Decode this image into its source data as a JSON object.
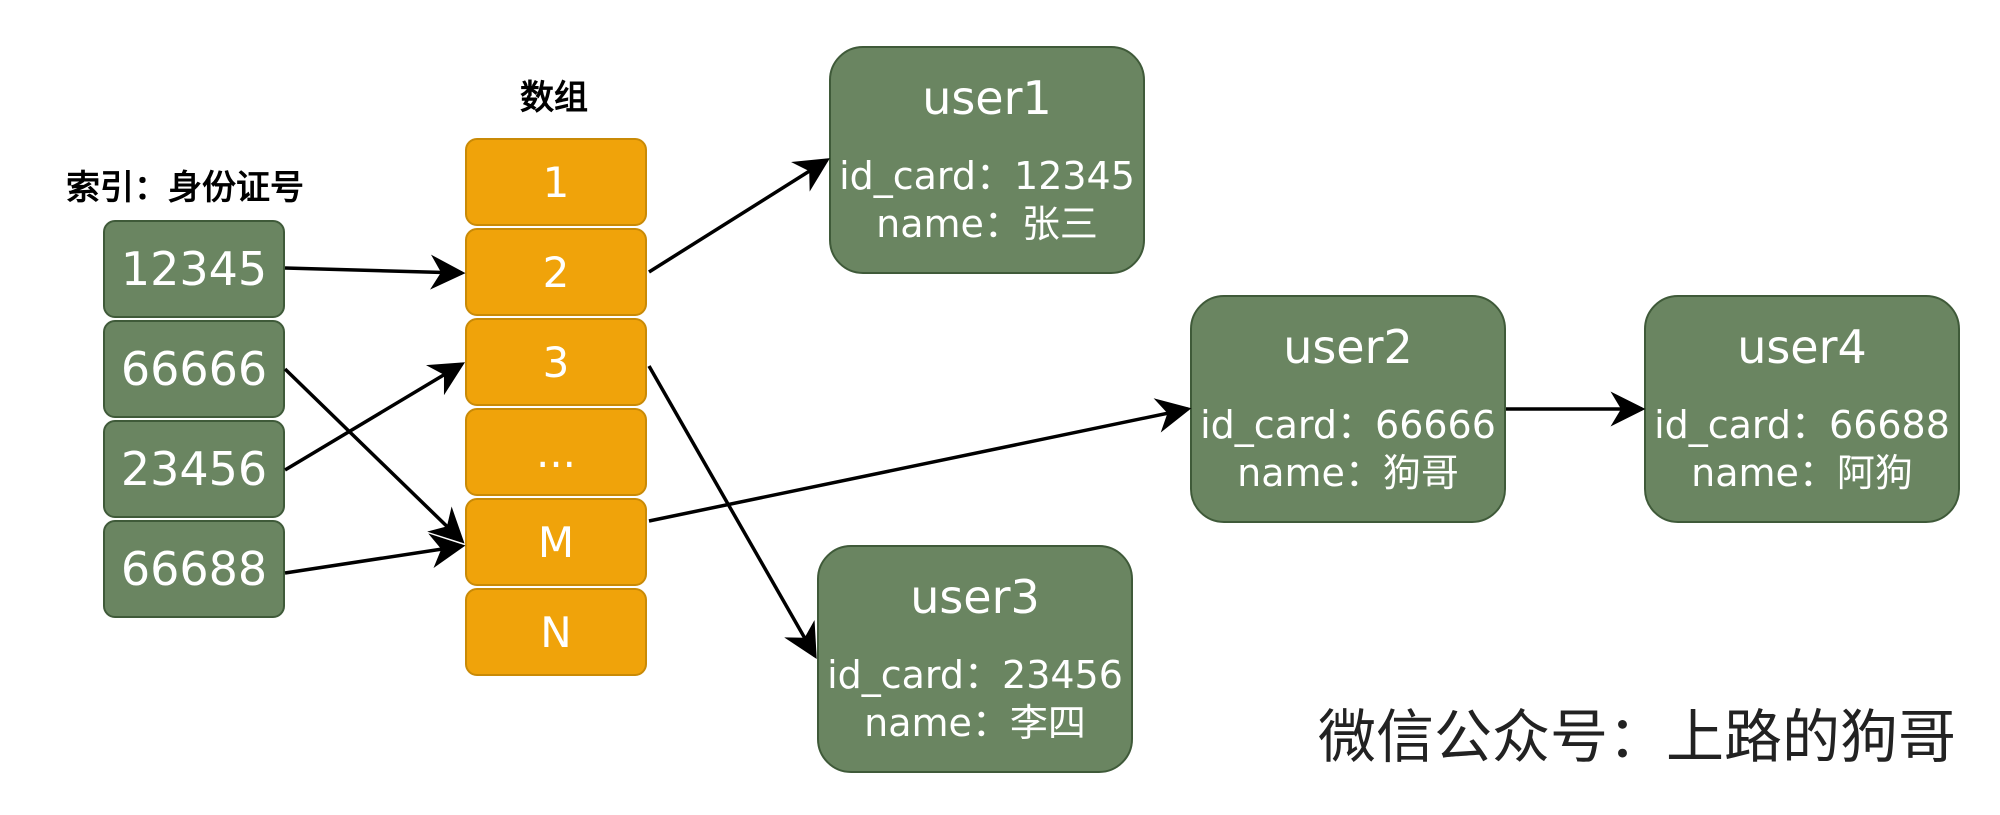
{
  "index_title": "索引：身份证号",
  "array_title": "数组",
  "index_items": [
    "12345",
    "66666",
    "23456",
    "66688"
  ],
  "array_slots": [
    "1",
    "2",
    "3",
    "...",
    "M",
    "N"
  ],
  "users": [
    {
      "name_label": "user1",
      "id_card": "id_card：12345",
      "name": "name：张三"
    },
    {
      "name_label": "user2",
      "id_card": "id_card：66666",
      "name": "name：狗哥"
    },
    {
      "name_label": "user3",
      "id_card": "id_card：23456",
      "name": "name：李四"
    },
    {
      "name_label": "user4",
      "id_card": "id_card：66688",
      "name": "name：阿狗"
    }
  ],
  "watermark": "微信公众号：上路的狗哥",
  "colors": {
    "node_green": "#6a8561",
    "slot_orange": "#f0a30a",
    "arrow": "#000000"
  }
}
